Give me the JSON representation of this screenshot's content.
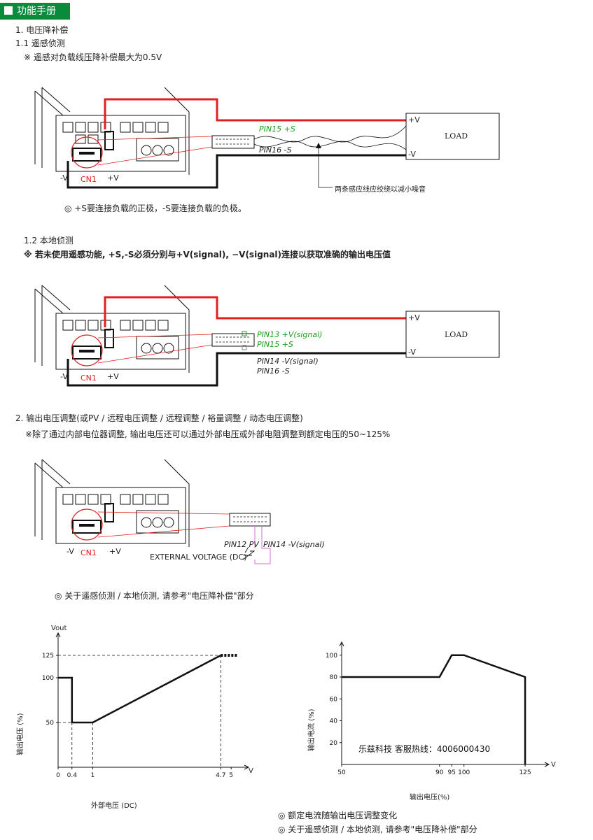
{
  "header": {
    "title": "功能手册"
  },
  "section1": {
    "title": "1. 电压降补偿",
    "sub1": "1.1 遥感侦测",
    "note1": "※ 遥感对负载线压降补偿最大为0.5V",
    "diagram1": {
      "pin_a": "PIN15 +S",
      "pin_b": "PIN16 -S",
      "load": "LOAD",
      "plus_v": "+V",
      "minus_v": "-V",
      "cn1": "CN1",
      "twist_note": "两条感应线应绞绕以减小噪音"
    },
    "note2": "◎ +S要连接负载的正极，-S要连接负载的负极。",
    "sub2": "1.2 本地侦测",
    "note3": "※  若未使用遥感功能, +S,-S必须分别与+V(signal), −V(signal)连接以获取准确的输出电压值",
    "diagram2": {
      "pin_a": "PIN13 +V(signal)",
      "pin_b": "PIN15 +S",
      "pin_c": "PIN14 -V(signal)",
      "pin_d": "PIN16 -S",
      "load": "LOAD",
      "plus_v": "+V",
      "minus_v": "-V",
      "cn1": "CN1"
    }
  },
  "section2": {
    "title": "2. 输出电压调整(或PV / 远程电压调整 / 远程调整 / 裕量调整 / 动态电压调整)",
    "note": "※除了通过内部电位器调整, 输出电压还可以通过外部电压或外部电阻调整到额定电压的50~125%",
    "diagram3": {
      "pin_a": "PIN12 PV",
      "pin_b": "PIN14 -V(signal)",
      "ext": "EXTERNAL VOLTAGE (DC)",
      "plus_v": "+V",
      "minus_v": "-V",
      "cn1": "CN1"
    },
    "note2": "◎ 关于遥感侦测 / 本地侦测, 请参考\"电压降补偿\"部分"
  },
  "chart_data": [
    {
      "type": "line",
      "title": "",
      "ylabel": "输出电压 (%)",
      "xlabel": "外部电压 (DC)",
      "y_axis_name": "Vout",
      "x_axis_unit": "V",
      "x_ticks": [
        "0",
        "0.4",
        "1",
        "4.7",
        "5"
      ],
      "y_ticks": [
        "50",
        "100",
        "125"
      ],
      "xlim": [
        0,
        5.3
      ],
      "ylim": [
        0,
        150
      ],
      "series": [
        {
          "points": [
            [
              0,
              100
            ],
            [
              0.4,
              100
            ],
            [
              0.4,
              50
            ],
            [
              1,
              50
            ],
            [
              4.7,
              125
            ]
          ]
        },
        {
          "points": [
            [
              4.7,
              125
            ],
            [
              5.2,
              125
            ]
          ]
        }
      ]
    },
    {
      "type": "line",
      "title": "",
      "ylabel": "输出电流 (%)",
      "xlabel": "输出电压(%)",
      "x_axis_unit": "V",
      "x_ticks": [
        "50",
        "90",
        "95",
        "100",
        "125"
      ],
      "y_ticks": [
        "20",
        "40",
        "60",
        "80",
        "100"
      ],
      "xlim": [
        50,
        133
      ],
      "ylim": [
        0,
        112
      ],
      "series": [
        {
          "points": [
            [
              50,
              80
            ],
            [
              90,
              80
            ],
            [
              95,
              100
            ],
            [
              100,
              100
            ],
            [
              125,
              80
            ],
            [
              125,
              0
            ]
          ]
        }
      ],
      "watermark": "乐兹科技 客服热线：4006000430"
    }
  ],
  "footer": {
    "note1": "◎ 额定电流随输出电压调整变化",
    "note2": "◎ 关于遥感侦测 / 本地侦测, 请参考\"电压降补偿\"部分"
  }
}
